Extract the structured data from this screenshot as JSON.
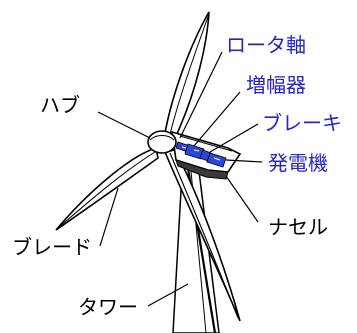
{
  "labels": {
    "rotor_shaft": "ロータ軸",
    "gearbox": "増幅器",
    "brake": "ブレーキ",
    "generator": "発電機",
    "hub": "ハブ",
    "nacelle": "ナセル",
    "blade": "ブレード",
    "tower": "タワー"
  },
  "colors": {
    "component_label": "#2424c8",
    "part_label": "#000000",
    "component_fill": "#2a48d8"
  }
}
